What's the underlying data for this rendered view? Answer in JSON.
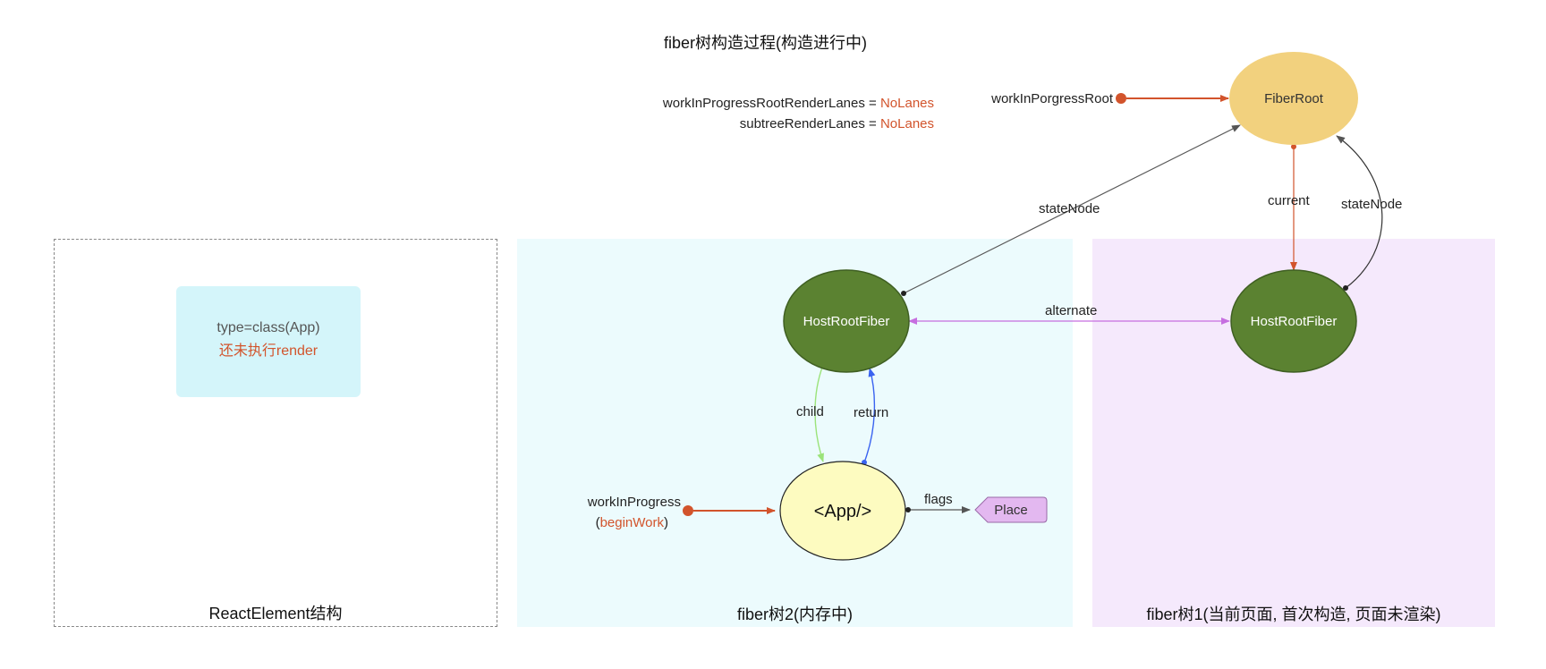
{
  "title": "fiber树构造过程(构造进行中)",
  "lanes": {
    "root_render_lanes_label": "workInProgressRootRenderLanes = ",
    "root_render_lanes_value": "NoLanes",
    "subtree_render_lanes_label": "subtreeRenderLanes = ",
    "subtree_render_lanes_value": "NoLanes"
  },
  "panels": {
    "react_element": {
      "label": "ReactElement结构",
      "card_type": "type=class(App)",
      "card_status": "还未执行render"
    },
    "fiber2": {
      "label": "fiber树2(内存中)"
    },
    "fiber1": {
      "label": "fiber树1(当前页面, 首次构造, 页面未渲染)"
    }
  },
  "nodes": {
    "fiber_root": "FiberRoot",
    "host_root_fiber_wip": "HostRootFiber",
    "host_root_fiber_current": "HostRootFiber",
    "app": "<App/>",
    "place": "Place"
  },
  "pointers": {
    "work_in_progress_root": "workInPorgressRoot",
    "work_in_progress": "workInProgress",
    "begin_work": "beginWork",
    "begin_work_open": "(",
    "begin_work_close": ")"
  },
  "edges": {
    "state_node_wip": "stateNode",
    "current": "current",
    "state_node_current": "stateNode",
    "alternate": "alternate",
    "child": "child",
    "return": "return",
    "flags": "flags"
  },
  "colors": {
    "fiber_root_fill": "#f2d17e",
    "host_root_fiber_fill": "#5b8231",
    "app_fill": "#fdfbc0",
    "place_fill": "#e3b8f0",
    "accent_red": "#d2542c",
    "alternate_purple": "#c66ee0",
    "child_green": "#9be37a",
    "return_blue": "#3a63f0"
  }
}
